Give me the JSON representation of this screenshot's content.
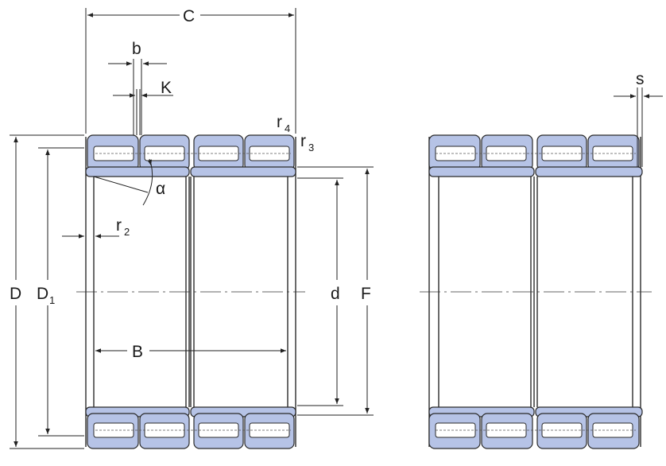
{
  "labels": {
    "C": "C",
    "b": "b",
    "K": "K",
    "r4": "r",
    "r4_sub": "4",
    "r3": "r",
    "r3_sub": "3",
    "alpha": "α",
    "r2": "r",
    "r2_sub": "2",
    "D": "D",
    "D1": "D",
    "D1_sub": "1",
    "d": "d",
    "F": "F",
    "B": "B",
    "s": "s"
  },
  "colors": {
    "race_fill": "#b6c3e6",
    "line": "#2a2a2a"
  }
}
